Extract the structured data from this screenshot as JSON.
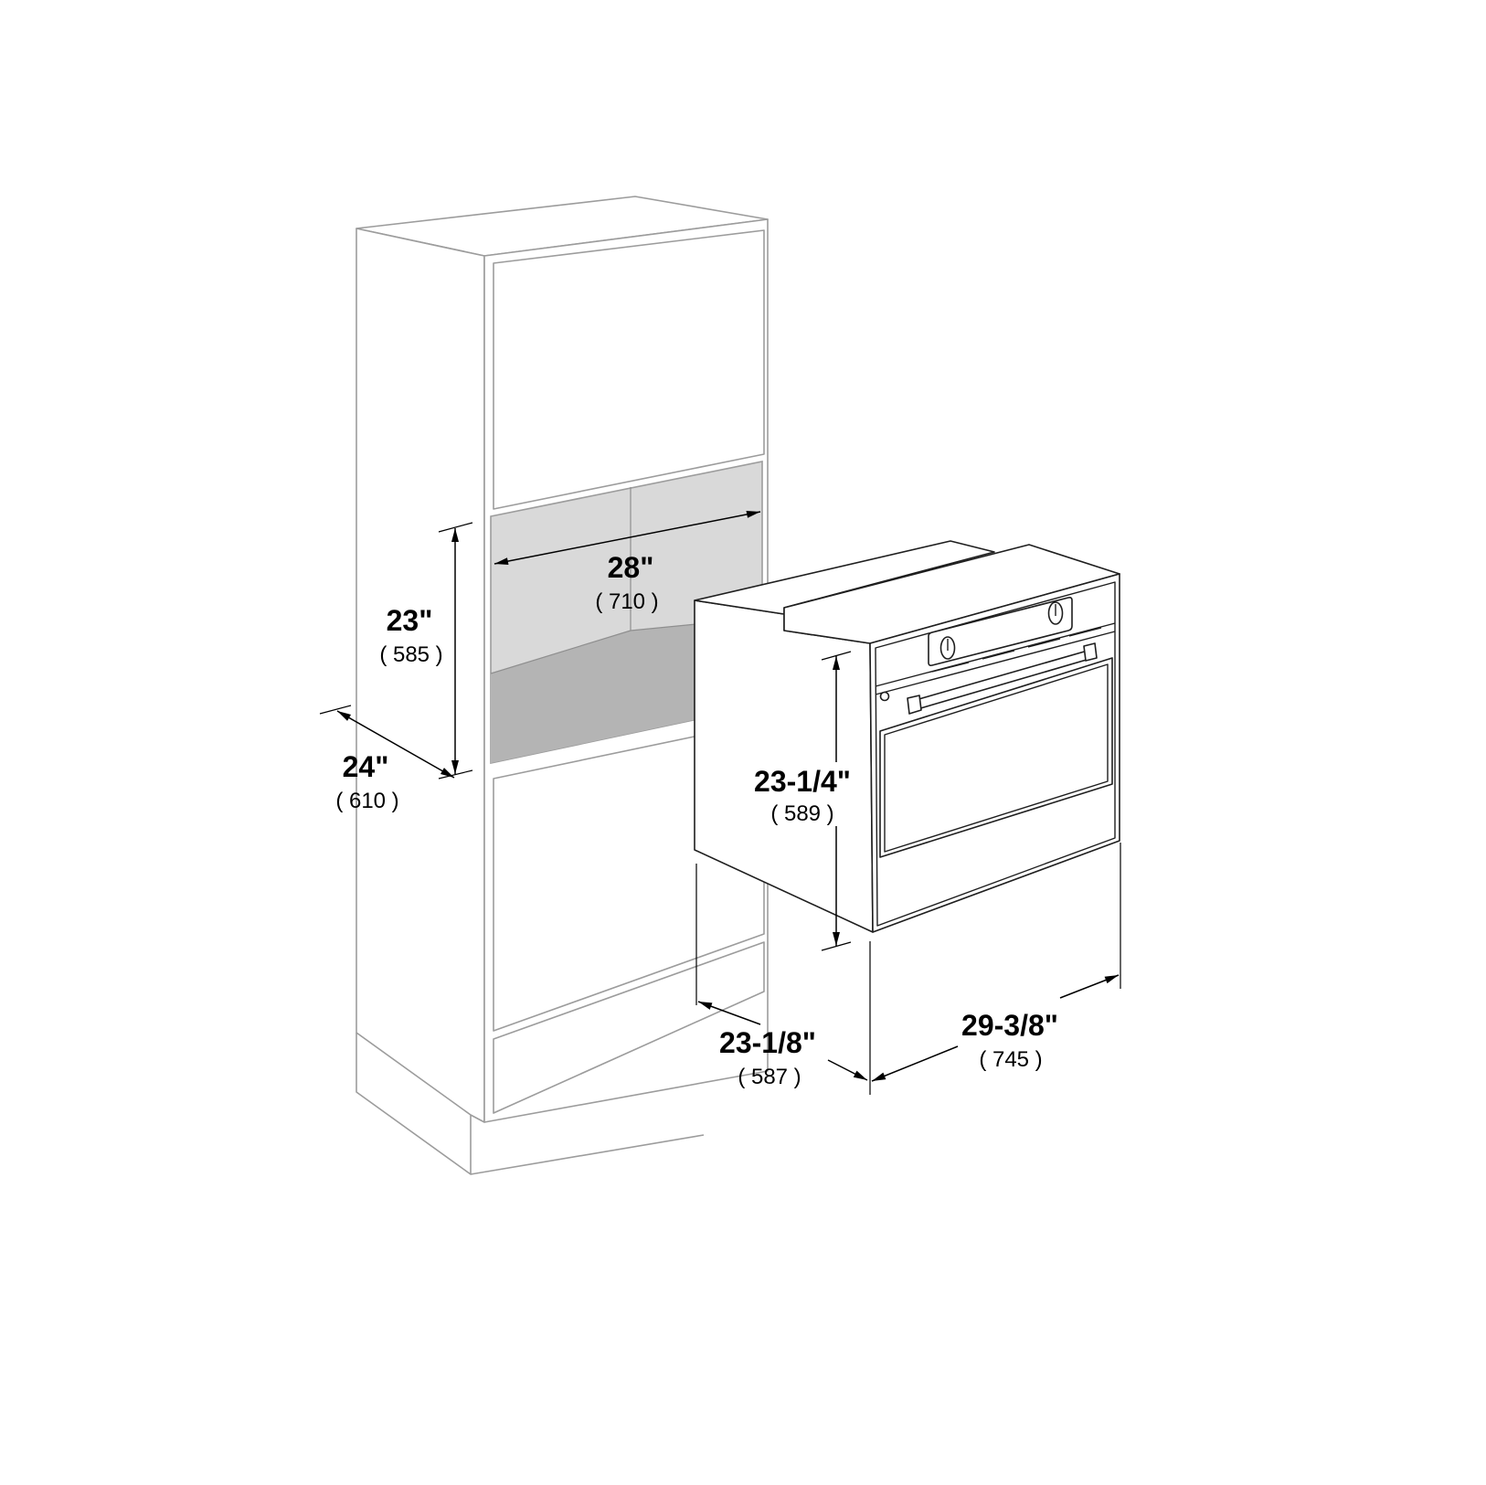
{
  "dimensions": {
    "opening_width": {
      "imperial": "28\"",
      "metric": "( 710 )"
    },
    "opening_height": {
      "imperial": "23\"",
      "metric": "( 585 )"
    },
    "cabinet_depth": {
      "imperial": "24\"",
      "metric": "( 610 )"
    },
    "oven_height": {
      "imperial": "23-1/4\"",
      "metric": "( 589 )"
    },
    "oven_depth": {
      "imperial": "23-1/8\"",
      "metric": "( 587 )"
    },
    "oven_width": {
      "imperial": "29-3/8\"",
      "metric": "( 745 )"
    }
  }
}
